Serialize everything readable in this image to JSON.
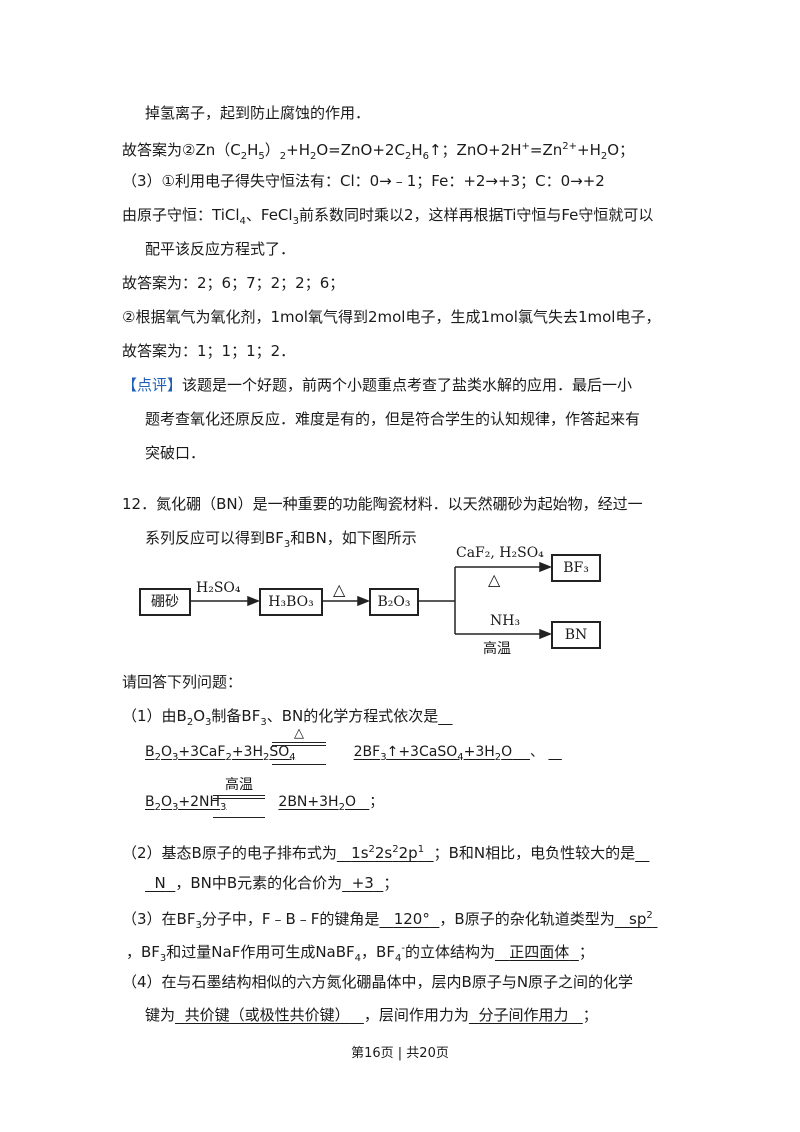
{
  "lines": {
    "l1": "掉氢离子，起到防止腐蚀的作用．",
    "l2a": "故答案为②Zn（C",
    "l2b": "H",
    "l2c": "）",
    "l2d": "+H",
    "l2e": "O=ZnO+2C",
    "l2f": "H",
    "l2g": "↑；ZnO+2H",
    "l2h": "=Zn",
    "l2i": "+H",
    "l2j": "O；",
    "l3": "（3）①利用电子得失守恒法有：Cl：0→﹣1；Fe：+2→+3；C：0→+2",
    "l4a": "由原子守恒：TiCl",
    "l4b": "、FeCl",
    "l4c": "前系数同时乘以2，这样再根据Ti守恒与Fe守恒就可以",
    "l5": "配平该反应方程式了．",
    "l6": "故答案为：2；6；7；2；2；6；",
    "l7": "②根据氧气为氧化剂，1mol氧气得到2mol电子，生成1mol氯气失去1mol电子，",
    "l8": "故答案为：1；1；1；2．",
    "l9tag": "【点评】",
    "l9": "该题是一个好题，前两个小题重点考查了盐类水解的应用．最后一小",
    "l10": "题考查氧化还原反应．难度是有的，但是符合学生的认知规律，作答起来有",
    "l11": "突破口．",
    "q12a": "12．氮化硼（BN）是一种重要的功能陶瓷材料．以天然硼砂为起始物，经过一",
    "q12b": "系列反应可以得到BF",
    "q12b2": "和BN，如下图所示",
    "ask": "请回答下列问题：",
    "p1a": "（1）由B",
    "p1b": "O",
    "p1c": "制备BF",
    "p1d": "、BN的化学方程式依次是",
    "eq1a": "B",
    "eq1b": "O",
    "eq1c": "+3CaF",
    "eq1d": "+3H",
    "eq1e": "SO",
    "eq1cond": "△",
    "eq1f": "2BF",
    "eq1g": "↑+3CaSO",
    "eq1h": "+3H",
    "eq1i": "O",
    "eq1j": "、",
    "eq2a": "B",
    "eq2b": "O",
    "eq2c": "+2NH",
    "eq2cond": "高温",
    "eq2d": "2BN+3H",
    "eq2e": "O",
    "eq2f": "；",
    "p2a": "（2）基态B原子的电子排布式为",
    "p2ans1": "1s",
    "p2ans1b": "2s",
    "p2ans1c": "2p",
    "p2b": "；B和N相比，电负性较大的是",
    "p2ans2": "N",
    "p2c": "，BN中B元素的化合价为",
    "p2ans3": "+3",
    "p2d": "；",
    "p3a": "（3）在BF",
    "p3b": "分子中，F﹣B﹣F的键角是",
    "p3ans1": "120°",
    "p3c": "，B原子的杂化轨道类型为",
    "p3ans2": "sp",
    "p3d": "，BF",
    "p3e": "和过量NaF作用可生成NaBF",
    "p3f": "，BF",
    "p3g": "的立体结构为",
    "p3ans3": "正四面体",
    "p3h": "；",
    "p4a": "（4）在与石墨结构相似的六方氮化硼晶体中，层内B原子与N原子之间的化学",
    "p4b": "键为",
    "p4ans1": "共价键（或极性共价键）",
    "p4c": "，层间作用力为",
    "p4ans2": "分子间作用力",
    "p4d": "；"
  },
  "diagram": {
    "box1": "硼砂",
    "box2": "H₃BO₃",
    "box3": "B₂O₃",
    "box4": "BF₃",
    "box5": "BN",
    "arrow1": "H₂SO₄",
    "arrow2": "△",
    "upper_top": "CaF₂, H₂SO₄",
    "upper_bottom": "△",
    "lower_top": "NH₃",
    "lower_bottom": "高温"
  },
  "footer": "第16页 | 共20页"
}
